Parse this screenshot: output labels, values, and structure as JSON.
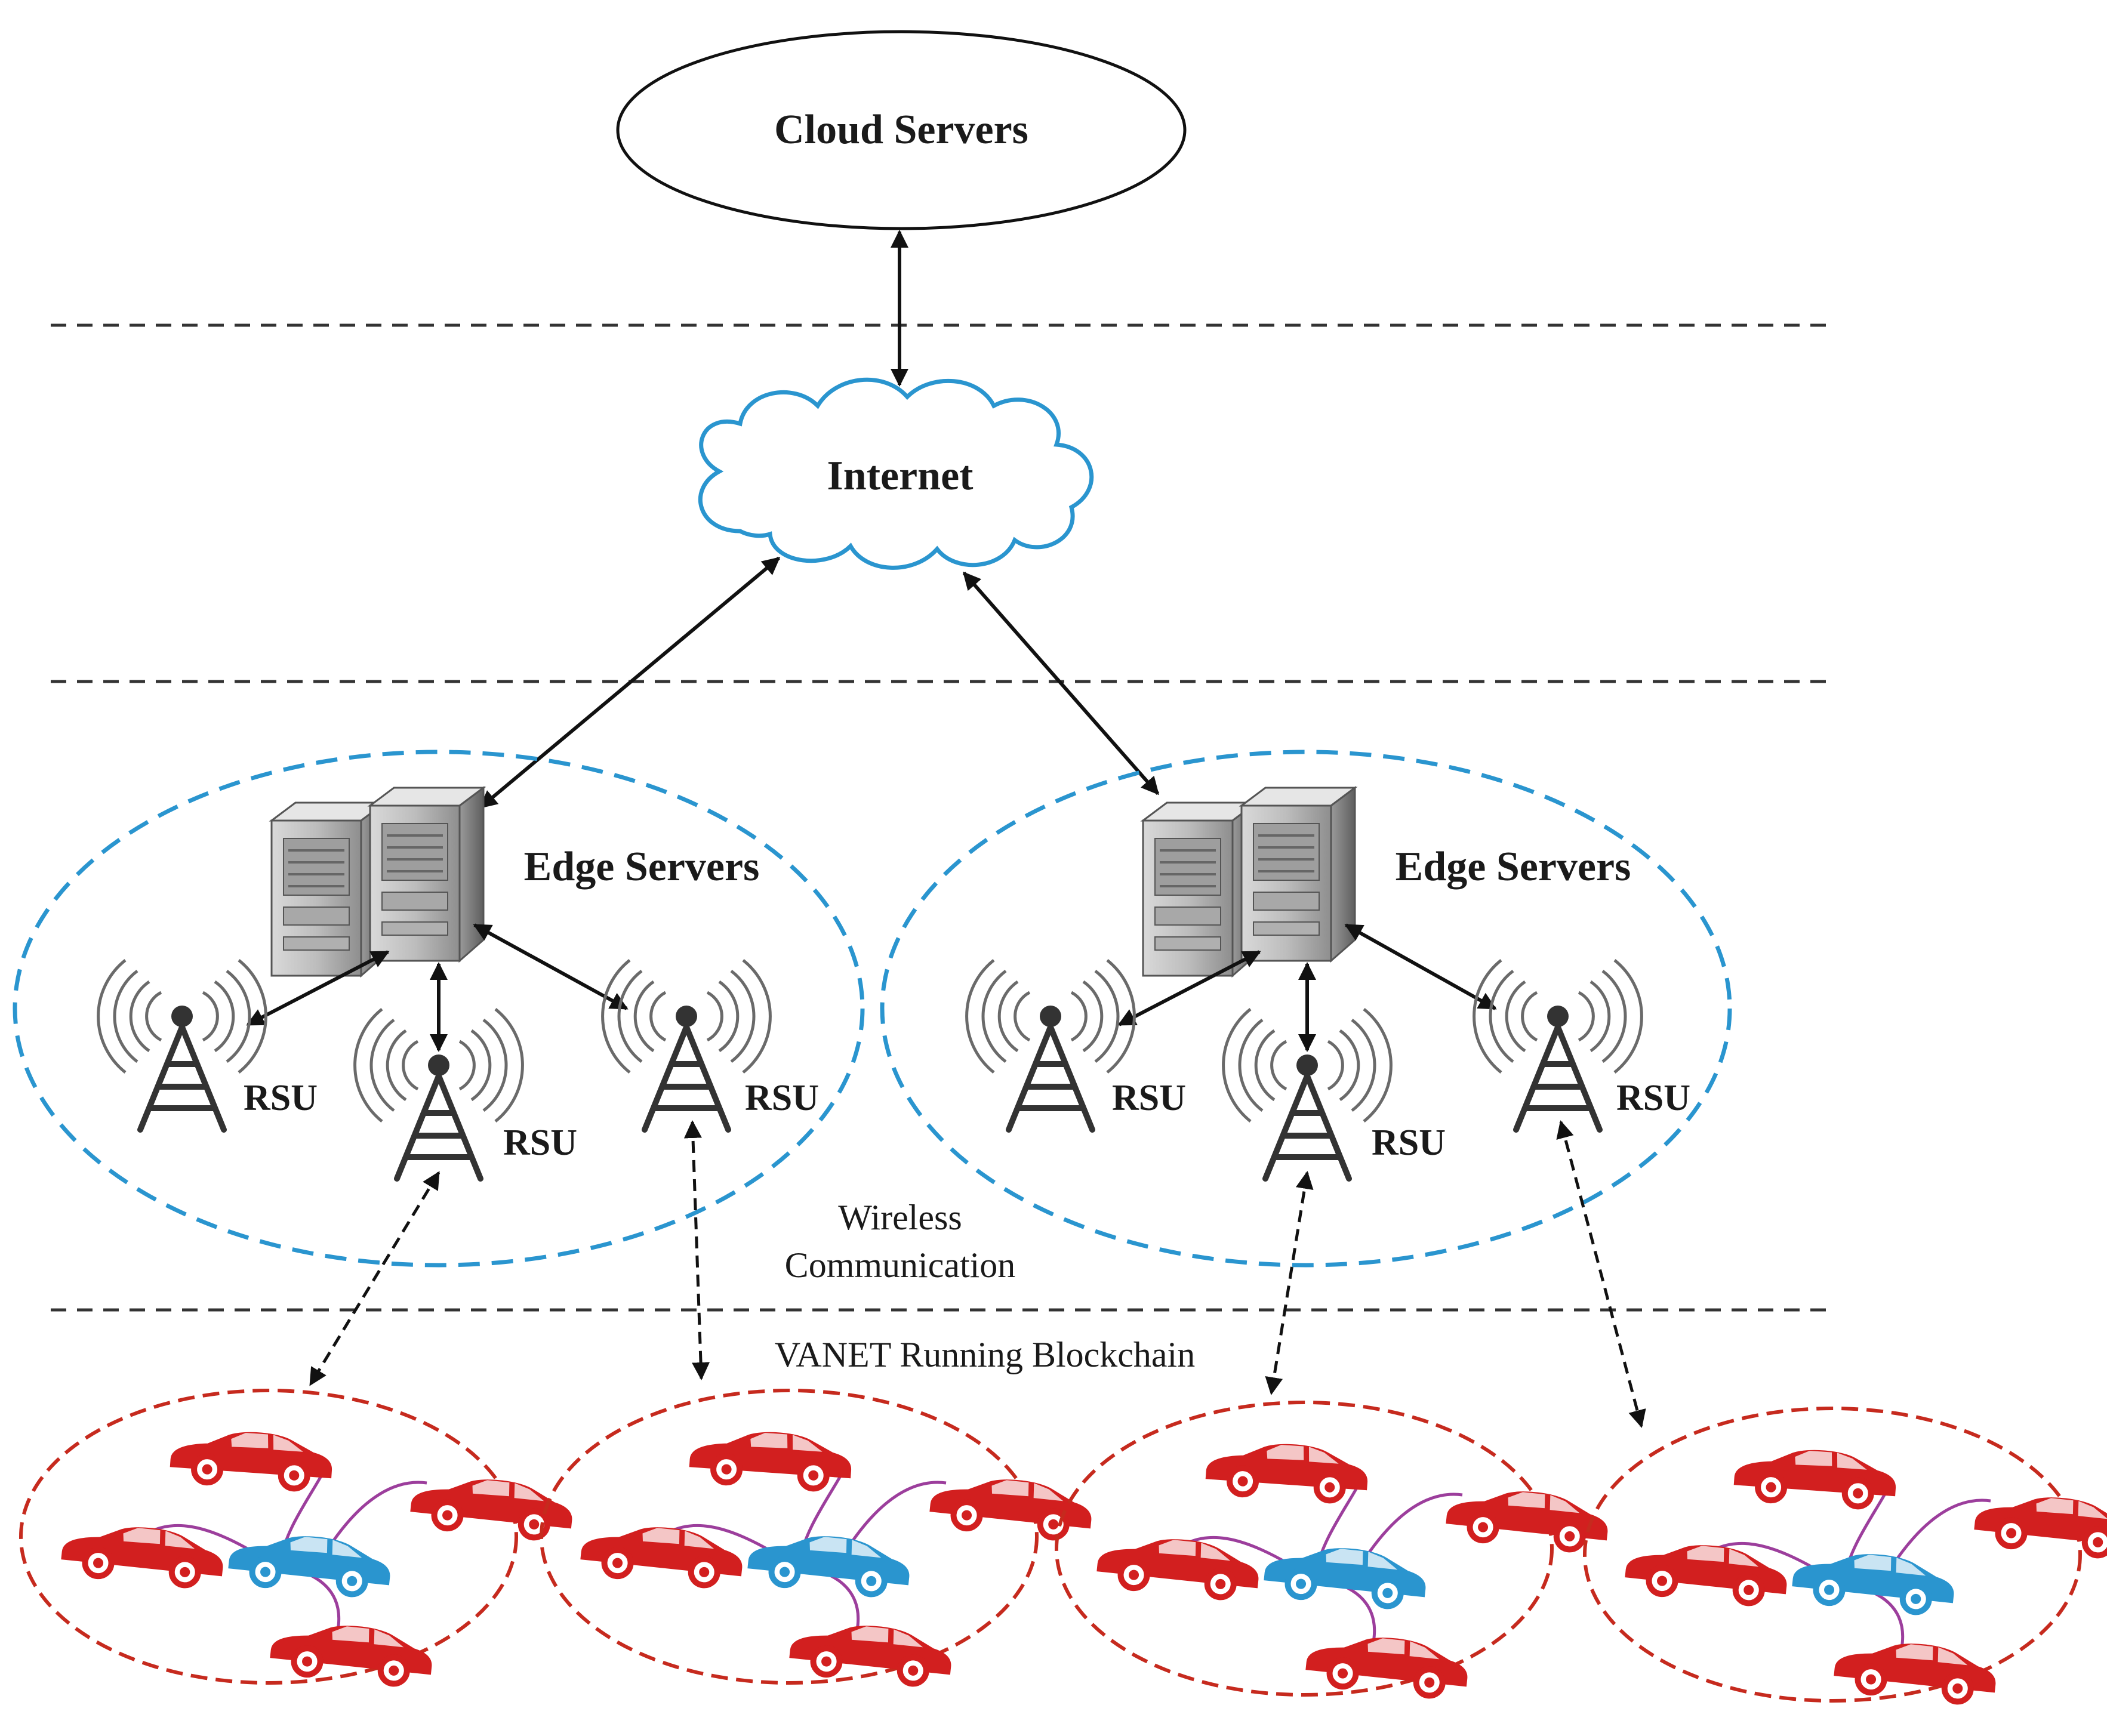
{
  "cloud_servers": {
    "label": "Cloud Servers"
  },
  "internet": {
    "label": "Internet"
  },
  "edge_groups": [
    {
      "label": "Edge Servers",
      "rsus": [
        "RSU",
        "RSU",
        "RSU"
      ]
    },
    {
      "label": "Edge Servers",
      "rsus": [
        "RSU",
        "RSU",
        "RSU"
      ]
    }
  ],
  "annotations": {
    "wireless_line1": "Wireless",
    "wireless_line2": "Communication",
    "vanet": "VANET Running Blockchain"
  },
  "vehicle_clusters": [
    {
      "vehicles": 5,
      "leader_color": "#2a95cf",
      "member_color": "#d21f1f"
    },
    {
      "vehicles": 5,
      "leader_color": "#2a95cf",
      "member_color": "#d21f1f"
    },
    {
      "vehicles": 5,
      "leader_color": "#2a95cf",
      "member_color": "#d21f1f"
    },
    {
      "vehicles": 5,
      "leader_color": "#2a95cf",
      "member_color": "#d21f1f"
    }
  ],
  "colors": {
    "edge_boundary": "#2a95cf",
    "cluster_boundary": "#c62a1e",
    "internet_cloud": "#2a95cf",
    "vehicle_link": "#9c3e9c"
  }
}
